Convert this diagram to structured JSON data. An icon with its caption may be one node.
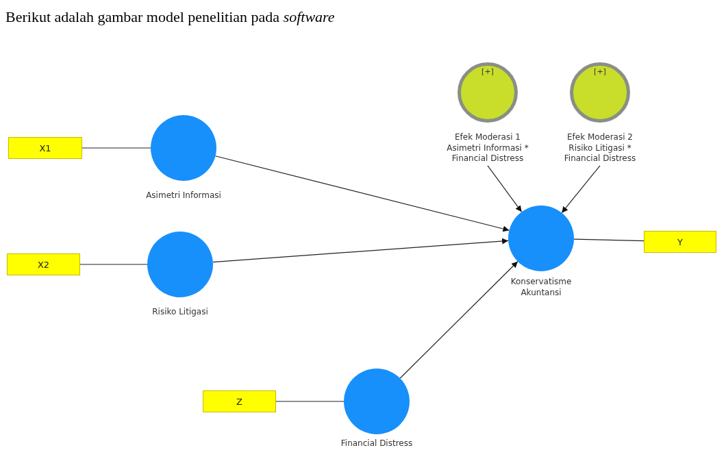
{
  "diagram": {
    "title": "Berikut adalah gambar model penelitian pada *software*",
    "nodes": [
      {
        "text": [
          "[+]",
          "Efek Moderasi 1 Asimetri Informasi * Financial Distress"
        ]
      },
      {
        "text": [
          "[+]",
          "Efek Moderasi 2 Risiko Litigasi * Financial Distress"
        ]
      },
      {
        "text": [
          "X1"
        ]
      },
      {
        "text": [
          "Asimetri Informasi"
        ]
      },
      {
        "text": [
          "Konservatisme Akuntansi"
        ]
      },
      {
        "text": [
          "Y"
        ]
      },
      {
        "text": [
          "X2"
        ]
      },
      {
        "text": [
          "Risiko Litigasi"
        ]
      },
      {
        "text": [
          "Z"
        ]
      },
      {
        "text": [
          "Financial Distress"
        ]
      }
    ],
    "edges": [
      {
        "from": 0,
        "to": 4,
        "arrow": "to"
      },
      {
        "from": 1,
        "to": 4,
        "arrow": "to"
      },
      {
        "from": 2,
        "to": 3,
        "arrow": "none"
      },
      {
        "from": 3,
        "to": 4,
        "arrow": "to"
      },
      {
        "from": 4,
        "to": 5,
        "arrow": "none"
      },
      {
        "from": 6,
        "to": 7,
        "arrow": "none"
      },
      {
        "from": 7,
        "to": 4,
        "arrow": "to"
      },
      {
        "from": 8,
        "to": 9,
        "arrow": "none"
      },
      {
        "from": 9,
        "to": 4,
        "arrow": "to"
      }
    ]
  }
}
